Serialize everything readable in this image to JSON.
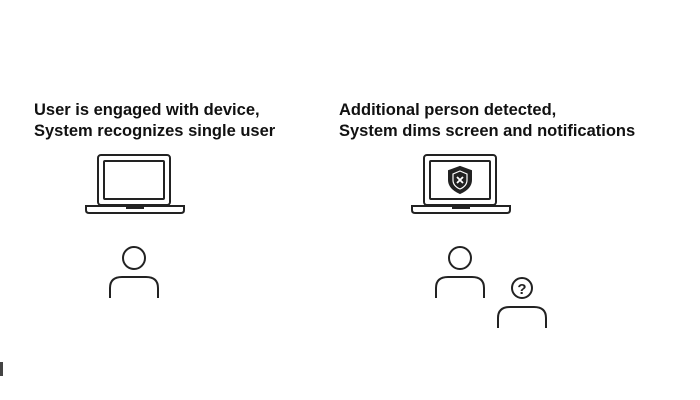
{
  "left_panel": {
    "caption_line1": "User is engaged with device,",
    "caption_line2": "System recognizes single user",
    "icons": [
      "laptop-icon",
      "person-icon"
    ]
  },
  "right_panel": {
    "caption_line1": "Additional person detected,",
    "caption_line2": "System dims screen and notifications",
    "icons": [
      "laptop-icon",
      "shield-x-icon",
      "person-icon",
      "unknown-person-icon"
    ],
    "question_mark": "?"
  }
}
